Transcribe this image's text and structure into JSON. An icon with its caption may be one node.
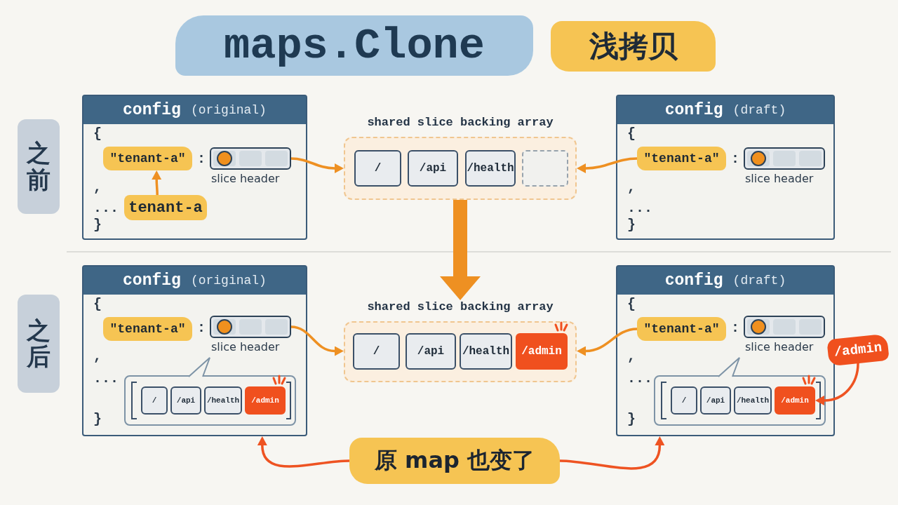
{
  "diagram": {
    "title": "maps.Clone",
    "nodes": [
      {
        "text": [
          "之前"
        ]
      },
      {
        "text": [
          "config",
          "(original)",
          "{",
          ":",
          ",",
          "...",
          "}"
        ]
      },
      {
        "text": [
          "\"tenant-a\""
        ],
        "in": 1
      },
      {
        "text": [],
        "shape": "bar",
        "in": 1,
        "beside": [
          "slice header"
        ]
      },
      {
        "text": [
          "tenant-a"
        ],
        "in": 1
      },
      {
        "text": [
          "shared slice backing array"
        ]
      },
      {
        "text": [
          "/"
        ],
        "in": 5
      },
      {
        "text": [
          "/api"
        ],
        "in": 5
      },
      {
        "text": [
          "/health"
        ],
        "in": 5
      },
      {
        "text": [],
        "shape": "box",
        "in": 5
      },
      {
        "text": [
          "config",
          "(draft)",
          "{",
          ":",
          ",",
          "...",
          "}"
        ]
      },
      {
        "text": [
          "\"tenant-a\""
        ],
        "in": 10
      },
      {
        "text": [],
        "shape": "bar",
        "in": 10,
        "beside": [
          "slice header"
        ]
      },
      {
        "text": [
          "之后"
        ]
      },
      {
        "text": [
          "config",
          "(original)",
          "{",
          ":",
          ",",
          "...",
          "}"
        ]
      },
      {
        "text": [
          "\"tenant-a\""
        ],
        "in": 14
      },
      {
        "text": [],
        "shape": "bar",
        "in": 14,
        "beside": [
          "slice header"
        ]
      },
      {
        "text": [],
        "shape": "box",
        "in": 14
      },
      {
        "text": [
          "/"
        ],
        "in": 17
      },
      {
        "text": [
          "/api"
        ],
        "in": 17
      },
      {
        "text": [
          "/health"
        ],
        "in": 17
      },
      {
        "text": [
          "/admin"
        ],
        "in": 17
      },
      {
        "text": [
          "shared slice backing array"
        ]
      },
      {
        "text": [
          "/"
        ],
        "in": 22
      },
      {
        "text": [
          "/api"
        ],
        "in": 22
      },
      {
        "text": [
          "/health"
        ],
        "in": 22
      },
      {
        "text": [
          "/admin"
        ],
        "in": 22
      },
      {
        "text": [
          "config",
          "(draft)",
          "{",
          ":",
          ",",
          "...",
          "}"
        ]
      },
      {
        "text": [
          "\"tenant-a\""
        ],
        "in": 27
      },
      {
        "text": [],
        "shape": "bar",
        "in": 27,
        "beside": [
          "slice header"
        ]
      },
      {
        "text": [],
        "shape": "box",
        "in": 27
      },
      {
        "text": [
          "/"
        ],
        "in": 30
      },
      {
        "text": [
          "/api"
        ],
        "in": 30
      },
      {
        "text": [
          "/health"
        ],
        "in": 30
      },
      {
        "text": [
          "/admin"
        ],
        "in": 30
      },
      {
        "text": [
          "/admin"
        ]
      },
      {
        "text": [
          "原 map 也变了"
        ]
      }
    ],
    "edges": [
      {
        "from": 4,
        "to": 2,
        "arrow": "to"
      },
      {
        "from": 3,
        "to": 5,
        "arrow": "to"
      },
      {
        "from": 11,
        "to": 5,
        "arrow": "to"
      },
      {
        "from": 5,
        "to": 22,
        "arrow": "to",
        "style": "thick"
      },
      {
        "from": 16,
        "to": 22,
        "arrow": "to"
      },
      {
        "from": 28,
        "to": 22,
        "arrow": "to"
      },
      {
        "from": 35,
        "to": 34,
        "arrow": "to",
        "color": "#ee5322"
      },
      {
        "from": 36,
        "to": 14,
        "arrow": "to",
        "color": "#ee5322"
      },
      {
        "from": 36,
        "to": 27,
        "arrow": "to",
        "color": "#ee5322"
      }
    ],
    "labels": [
      "浅拷贝"
    ]
  }
}
